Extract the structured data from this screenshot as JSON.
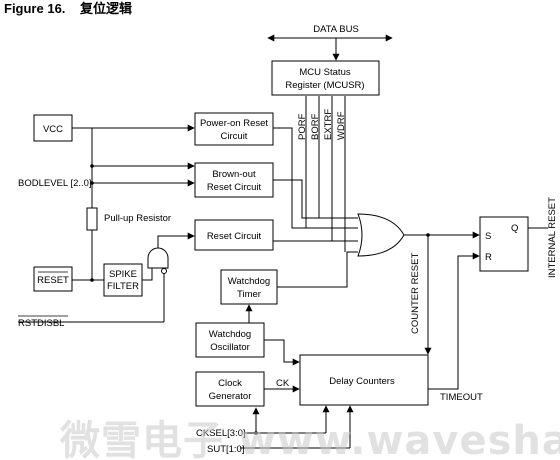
{
  "figure": {
    "number": "Figure 16.",
    "title": "复位逻辑"
  },
  "labels": {
    "data_bus": "DATA BUS",
    "mcusr_line1": "MCU Status",
    "mcusr_line2": "Register (MCUSR)",
    "porf": "PORF",
    "borf": "BORF",
    "extrf": "EXTRF",
    "wdrf": "WDRF",
    "vcc": "VCC",
    "por_line1": "Power-on Reset",
    "por_line2": "Circuit",
    "bodlevel": "BODLEVEL [2..0]",
    "bod_line1": "Brown-out",
    "bod_line2": "Reset Circuit",
    "pullup": "Pull-up Resistor",
    "reset_pin": "RESET",
    "spike_line1": "SPIKE",
    "spike_line2": "FILTER",
    "reset_circuit": "Reset Circuit",
    "rstdisbl": "RSTDISBL",
    "wdt_line1": "Watchdog",
    "wdt_line2": "Timer",
    "wdo_line1": "Watchdog",
    "wdo_line2": "Oscillator",
    "clk_line1": "Clock",
    "clk_line2": "Generator",
    "ck": "CK",
    "delay_counters": "Delay Counters",
    "timeout": "TIMEOUT",
    "cksel": "CKSEL[3:0]",
    "sut": "SUT[1:0]",
    "counter_reset": "COUNTER RESET",
    "ff_s": "S",
    "ff_r": "R",
    "ff_q": "Q",
    "internal_reset": "INTERNAL  RESET"
  },
  "watermark": "微雪电子 www.waveshare.net"
}
